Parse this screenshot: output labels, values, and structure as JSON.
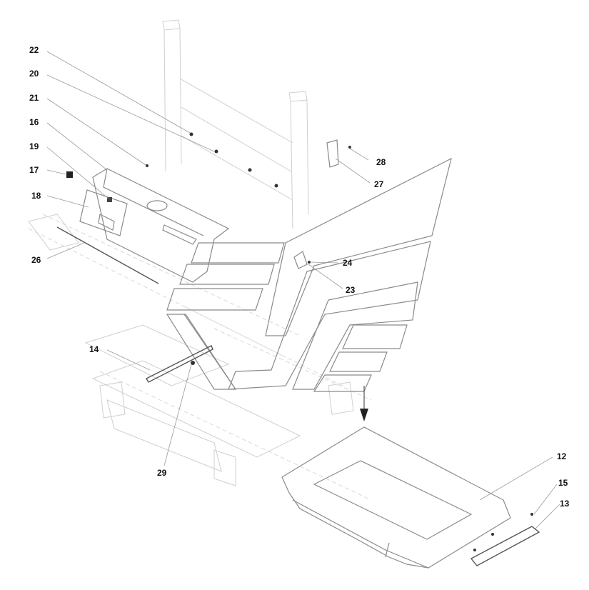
{
  "callouts": [
    {
      "id": "22",
      "label": "22"
    },
    {
      "id": "20",
      "label": "20"
    },
    {
      "id": "21",
      "label": "21"
    },
    {
      "id": "16",
      "label": "16"
    },
    {
      "id": "19",
      "label": "19"
    },
    {
      "id": "17",
      "label": "17"
    },
    {
      "id": "18",
      "label": "18"
    },
    {
      "id": "26",
      "label": "26"
    },
    {
      "id": "28",
      "label": "28"
    },
    {
      "id": "27",
      "label": "27"
    },
    {
      "id": "24",
      "label": "24"
    },
    {
      "id": "23",
      "label": "23"
    },
    {
      "id": "14",
      "label": "14"
    },
    {
      "id": "29",
      "label": "29"
    },
    {
      "id": "12",
      "label": "12"
    },
    {
      "id": "15",
      "label": "15"
    },
    {
      "id": "13",
      "label": "13"
    }
  ],
  "colors": {
    "background": "#ffffff",
    "ghost_line": "#cfcfcf",
    "part_line": "#8a8a8a",
    "label": "#111111"
  }
}
